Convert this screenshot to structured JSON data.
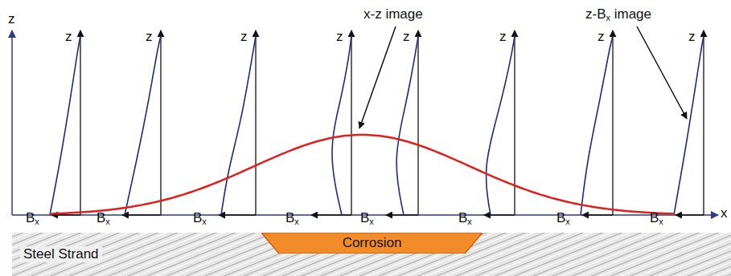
{
  "diagram": {
    "nodes": [
      {
        "text": [
          "Steel Strand"
        ]
      },
      {
        "text": [
          "Corrosion"
        ],
        "in": 0
      }
    ],
    "labels": [
      "x-z image",
      "z-Bx image",
      "z",
      "x",
      "z",
      "z",
      "z",
      "z",
      "z",
      "z",
      "z",
      "z",
      "Bx",
      "Bx",
      "Bx",
      "Bx",
      "Bx",
      "Bx",
      "Bx",
      "Bx"
    ]
  }
}
